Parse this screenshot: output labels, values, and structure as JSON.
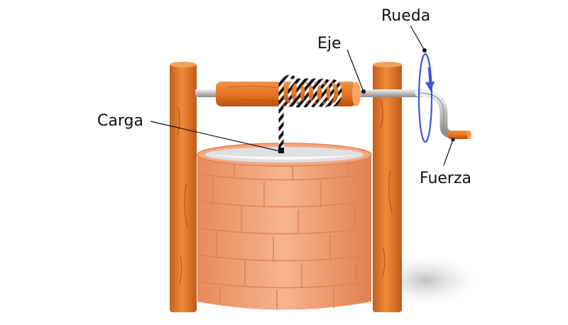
{
  "labels": {
    "wheel": "Rueda",
    "axle": "Eje",
    "load": "Carga",
    "force": "Fuerza"
  },
  "colors": {
    "wood": "#e8772a",
    "wood_dark": "#b95614",
    "brick": "#f3a37a",
    "brick_line": "#d9835a",
    "rope_dark": "#111111",
    "rope_light": "#ffffff",
    "rotation_arrow": "#3a55e0",
    "shaft": "#c9c9c9"
  },
  "icons": {
    "rotation": "circular-arrow-icon"
  }
}
